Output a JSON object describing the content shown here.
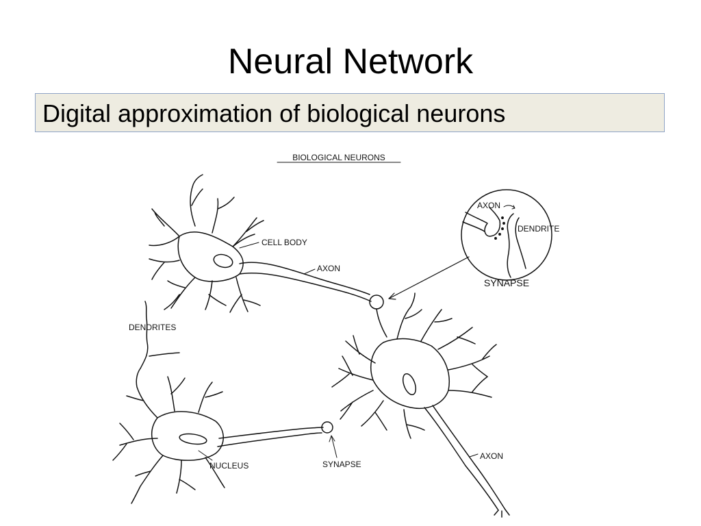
{
  "slide": {
    "title": "Neural Network",
    "subtitle": "Digital approximation of biological neurons"
  },
  "diagram": {
    "heading": "BIOLOGICAL NEURONS",
    "labels": {
      "cell_body": "CELL BODY",
      "axon_top": "AXON",
      "dendrites": "DENDRITES",
      "nucleus": "NUCLEUS",
      "synapse_bottom": "SYNAPSE",
      "axon_bottom": "AXON"
    },
    "inset": {
      "axon": "AXON",
      "dendrite": "DENDRITE",
      "title": "SYNAPSE"
    }
  },
  "colors": {
    "subtitle_fill": "#eeece1",
    "subtitle_border": "#8ea3c6",
    "ink": "#111111"
  }
}
